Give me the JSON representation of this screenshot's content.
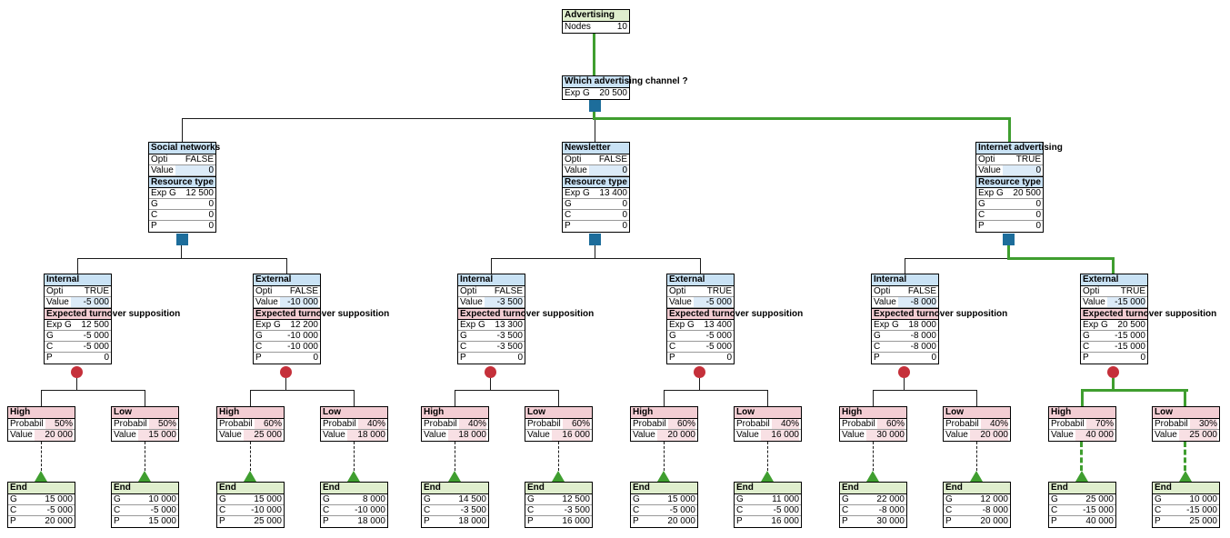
{
  "labels": {
    "nodes": "Nodes",
    "exp_g": "Exp G",
    "opti": "Opti",
    "value": "Value",
    "g": "G",
    "c": "C",
    "p": "P",
    "probabil": "Probabil",
    "resource_type": "Resource type",
    "turnover": "Expected turnover supposition"
  },
  "root_node": {
    "title": "Advertising",
    "nodes_count": "10"
  },
  "decision_node": {
    "title": "Which advertising channel ?",
    "exp_g": "20 500"
  },
  "channels": [
    {
      "title": "Social networks",
      "opti": "FALSE",
      "value": "0",
      "exp_g": "12 500",
      "g": "0",
      "c": "0",
      "p": "0"
    },
    {
      "title": "Newsletter",
      "opti": "FALSE",
      "value": "0",
      "exp_g": "13 400",
      "g": "0",
      "c": "0",
      "p": "0"
    },
    {
      "title": "Internet advertising",
      "opti": "TRUE",
      "value": "0",
      "exp_g": "20 500",
      "g": "0",
      "c": "0",
      "p": "0"
    }
  ],
  "suppositions": [
    {
      "title": "Internal",
      "opti": "TRUE",
      "value": "-5 000",
      "exp_g": "12 500",
      "g": "-5 000",
      "c": "-5 000",
      "p": "0"
    },
    {
      "title": "External",
      "opti": "FALSE",
      "value": "-10 000",
      "exp_g": "12 200",
      "g": "-10 000",
      "c": "-10 000",
      "p": "0"
    },
    {
      "title": "Internal",
      "opti": "FALSE",
      "value": "-3 500",
      "exp_g": "13 300",
      "g": "-3 500",
      "c": "-3 500",
      "p": "0"
    },
    {
      "title": "External",
      "opti": "TRUE",
      "value": "-5 000",
      "exp_g": "13 400",
      "g": "-5 000",
      "c": "-5 000",
      "p": "0"
    },
    {
      "title": "Internal",
      "opti": "FALSE",
      "value": "-8 000",
      "exp_g": "18 000",
      "g": "-8 000",
      "c": "-8 000",
      "p": "0"
    },
    {
      "title": "External",
      "opti": "TRUE",
      "value": "-15 000",
      "exp_g": "20 500",
      "g": "-15 000",
      "c": "-15 000",
      "p": "0"
    }
  ],
  "outcomes": [
    {
      "title": "High",
      "probabil": "50%",
      "value": "20 000"
    },
    {
      "title": "Low",
      "probabil": "50%",
      "value": "15 000"
    },
    {
      "title": "High",
      "probabil": "60%",
      "value": "25 000"
    },
    {
      "title": "Low",
      "probabil": "40%",
      "value": "18 000"
    },
    {
      "title": "High",
      "probabil": "40%",
      "value": "18 000"
    },
    {
      "title": "Low",
      "probabil": "60%",
      "value": "16 000"
    },
    {
      "title": "High",
      "probabil": "60%",
      "value": "20 000"
    },
    {
      "title": "Low",
      "probabil": "40%",
      "value": "16 000"
    },
    {
      "title": "High",
      "probabil": "60%",
      "value": "30 000"
    },
    {
      "title": "Low",
      "probabil": "40%",
      "value": "20 000"
    },
    {
      "title": "High",
      "probabil": "70%",
      "value": "40 000"
    },
    {
      "title": "Low",
      "probabil": "30%",
      "value": "25 000"
    }
  ],
  "ends": [
    {
      "title": "End",
      "g": "15 000",
      "c": "-5 000",
      "p": "20 000"
    },
    {
      "title": "End",
      "g": "10 000",
      "c": "-5 000",
      "p": "15 000"
    },
    {
      "title": "End",
      "g": "15 000",
      "c": "-10 000",
      "p": "25 000"
    },
    {
      "title": "End",
      "g": "8 000",
      "c": "-10 000",
      "p": "18 000"
    },
    {
      "title": "End",
      "g": "14 500",
      "c": "-3 500",
      "p": "18 000"
    },
    {
      "title": "End",
      "g": "12 500",
      "c": "-3 500",
      "p": "16 000"
    },
    {
      "title": "End",
      "g": "15 000",
      "c": "-5 000",
      "p": "20 000"
    },
    {
      "title": "End",
      "g": "11 000",
      "c": "-5 000",
      "p": "16 000"
    },
    {
      "title": "End",
      "g": "22 000",
      "c": "-8 000",
      "p": "30 000"
    },
    {
      "title": "End",
      "g": "12 000",
      "c": "-8 000",
      "p": "20 000"
    },
    {
      "title": "End",
      "g": "25 000",
      "c": "-15 000",
      "p": "40 000"
    },
    {
      "title": "End",
      "g": "10 000",
      "c": "-15 000",
      "p": "25 000"
    }
  ],
  "colors": {
    "optimal_path_green": "#3F9E2F",
    "decision_marker_blue": "#1D6D9B",
    "chance_marker_red": "#C5303A",
    "channel_header_blue": "#C9E2F5",
    "supposition_header_pink": "#F3CDD3",
    "end_header_green": "#DFEECD",
    "highlight_blue": "#DCEBF8",
    "highlight_pink": "#F8E0E4"
  }
}
